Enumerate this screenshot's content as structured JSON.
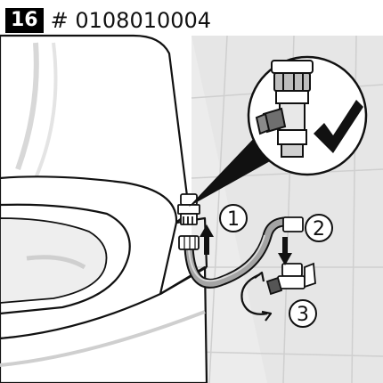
{
  "header": {
    "step_number": "16",
    "article_number": "# 0108010004"
  },
  "callouts": [
    "1",
    "2",
    "3"
  ],
  "icons": {
    "check": "check-mark-icon",
    "up_arrow": "arrow-up-icon",
    "down_arrow": "arrow-down-icon",
    "rotate": "rotate-clockwise-icon"
  },
  "colors": {
    "line": "#111111",
    "tile_gray": "#e3e3e3",
    "hose_gray": "#9a9a9a",
    "shadow_gray": "#c8c8c8"
  }
}
